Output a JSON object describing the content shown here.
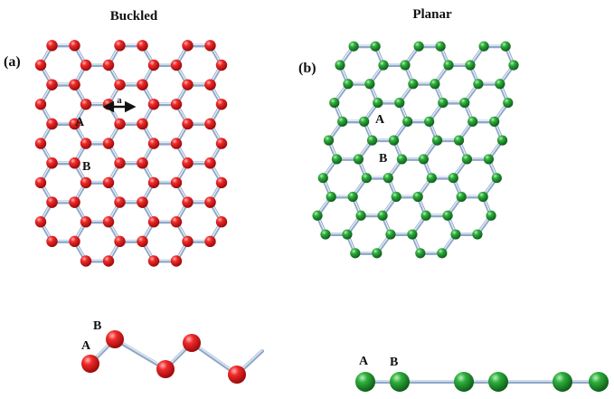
{
  "titles": {
    "buckled": "Buckled",
    "planar": "Planar"
  },
  "panel_labels": {
    "a": "(a)",
    "b": "(b)"
  },
  "site_labels": {
    "A": "A",
    "B": "B"
  },
  "lattice_constant_label": "a",
  "colors": {
    "buckled_atom": "#e01414",
    "planar_atom": "#1f9a2e",
    "bond": "#8fa8c8",
    "text": "#111111"
  }
}
